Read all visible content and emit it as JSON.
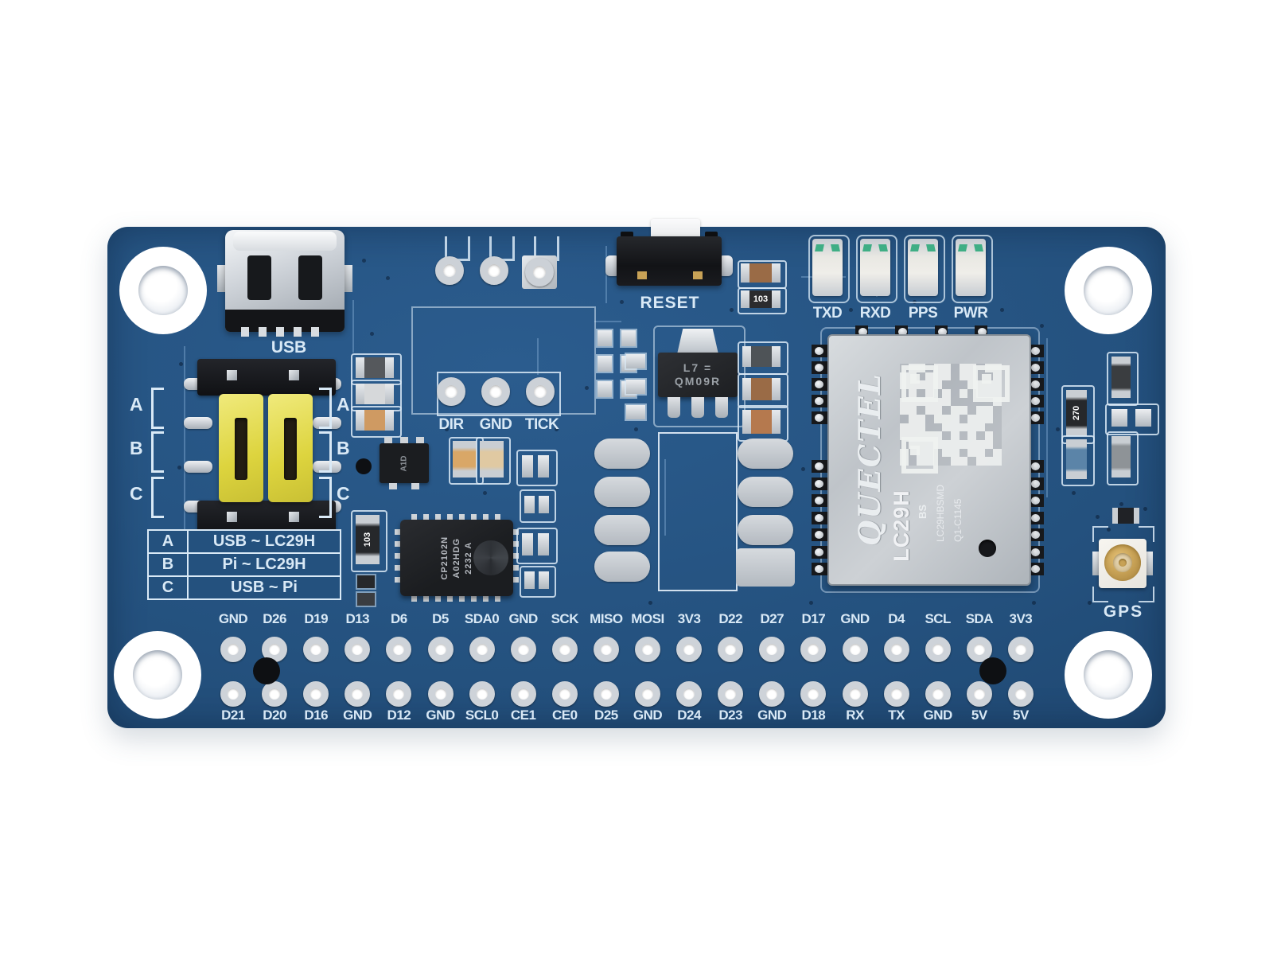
{
  "board": {
    "silkscreen": {
      "usb_label": "USB",
      "reset_label": "RESET",
      "gps_label": "GPS",
      "pps_header_labels": [
        "DIR",
        "GND",
        "TICK"
      ],
      "led_labels": [
        "TXD",
        "RXD",
        "PPS",
        "PWR"
      ],
      "jumper_group_labels": [
        "A",
        "B",
        "C"
      ],
      "jumper_table": [
        {
          "key": "A",
          "value": "USB ~ LC29H"
        },
        {
          "key": "B",
          "value": "Pi ~ LC29H"
        },
        {
          "key": "C",
          "value": "USB ~ Pi"
        }
      ],
      "gpio_top_labels": [
        "GND",
        "D26",
        "D19",
        "D13",
        "D6",
        "D5",
        "SDA0",
        "GND",
        "SCK",
        "MISO",
        "MOSI",
        "3V3",
        "D22",
        "D27",
        "D17",
        "GND",
        "D4",
        "SCL",
        "SDA",
        "3V3"
      ],
      "gpio_bottom_labels": [
        "D21",
        "D20",
        "D16",
        "GND",
        "D12",
        "GND",
        "SCL0",
        "CE1",
        "CE0",
        "D25",
        "GND",
        "D24",
        "D23",
        "GND",
        "D18",
        "RX",
        "TX",
        "GND",
        "5V",
        "5V"
      ]
    },
    "components": {
      "gnss_module": {
        "brand": "QUECTEL",
        "model": "LC29H",
        "variant": "BS",
        "part_number": "LC29HBSMD",
        "serial": "Q1-C1145"
      },
      "usb_uart_chip": {
        "line1": "CP2102N",
        "line2": "A02HDG",
        "line3": "2232 A"
      },
      "regulator": {
        "line1": "L7 =",
        "line2": "QM09R"
      },
      "sot_marking": "A1D",
      "resistor_markings": {
        "r103": "103",
        "r270": "270"
      }
    },
    "colors": {
      "background": "#ffffff",
      "board_blue": "#24517e",
      "board_blue_dark": "#1b3f66",
      "silkscreen": "#d9e9f6",
      "silver": "#c9ced4",
      "black_part": "#17191c",
      "jumper_yellow": "#e4db52",
      "led_green": "#3fae85",
      "resistor_brown": "#9a6b46",
      "gold": "#c8a256"
    }
  }
}
